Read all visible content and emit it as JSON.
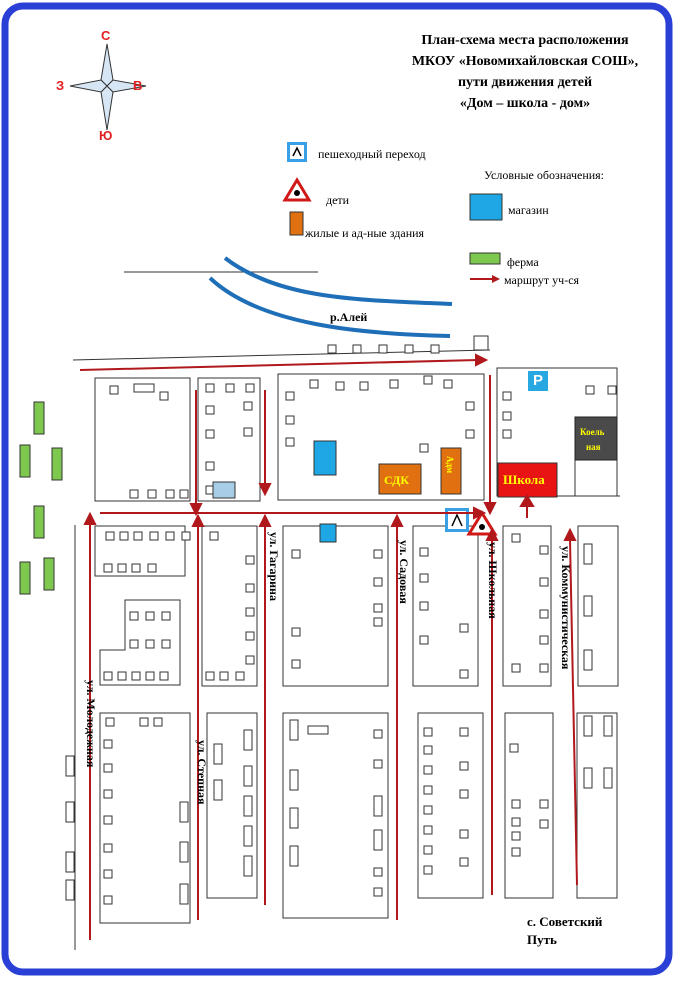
{
  "title": {
    "line1": "План-схема места расположения",
    "line2": "МКОУ «Новомихайловская   СОШ»,",
    "line3": "пути движения детей",
    "line4": "«Дом – школа - дом»"
  },
  "compass": {
    "north": "С",
    "south": "Ю",
    "west": "З",
    "east": "В"
  },
  "legend": {
    "heading": "Условные обозначения:",
    "crossing": "пешеходный переход",
    "children": "дети",
    "buildings": "жилые и ад-ные здания",
    "shop": "магазин",
    "farm": "ферма",
    "route": "маршрут уч-ся"
  },
  "map_labels": {
    "river": "р.Алей",
    "sdk": "СДК",
    "admin": "Адм",
    "school": "Школа",
    "boiler_line1": "Коель",
    "boiler_line2": "ная",
    "parking": "P",
    "village_line1": "с. Советский",
    "village_line2": "Путь"
  },
  "streets": {
    "gagarina": "ул. Гагарина",
    "sadovaya": "ул. Садовая",
    "shkolnaya": "ул. Школьная",
    "kommunisticheskaya": "ул. Коммунистическая",
    "molodezhnaya": "ул. Молодежная",
    "stepnaya": "ул. Степная"
  },
  "colors": {
    "frame": "#2a3fd6",
    "route": "#b0181c",
    "river": "#1f6fb8",
    "shop": "#1ea7e4",
    "building": "#e07010",
    "school": "#e81414",
    "boiler": "#4a4a4a",
    "farm": "#7ec850",
    "parking": "#27a8e0",
    "compass": "#e02020"
  }
}
